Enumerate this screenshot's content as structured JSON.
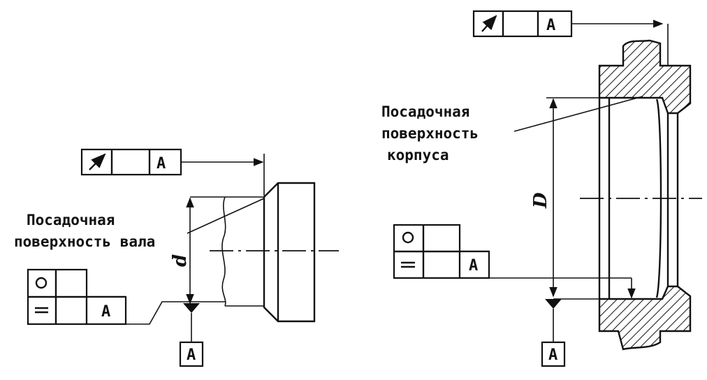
{
  "left_view": {
    "runout_frame": {
      "symbol": "circular-runout-icon",
      "datum": "A"
    },
    "form_frame": {
      "symbol_roundness": "roundness-icon",
      "symbol_profile": "longitudinal-profile-icon",
      "datum": "A"
    },
    "label_line1": "Посадочная",
    "label_line2": "поверхность вала",
    "dimension": "d",
    "datum_box": "A"
  },
  "right_view": {
    "runout_frame": {
      "symbol": "circular-runout-icon",
      "datum": "A"
    },
    "form_frame": {
      "symbol_roundness": "roundness-icon",
      "symbol_profile": "longitudinal-profile-icon",
      "datum": "A"
    },
    "label_line1": "Посадочная",
    "label_line2": "поверхность",
    "label_line3": "корпуса",
    "dimension": "D",
    "datum_box": "A"
  },
  "colors": {
    "ink": "#111111",
    "paper": "#ffffff"
  }
}
